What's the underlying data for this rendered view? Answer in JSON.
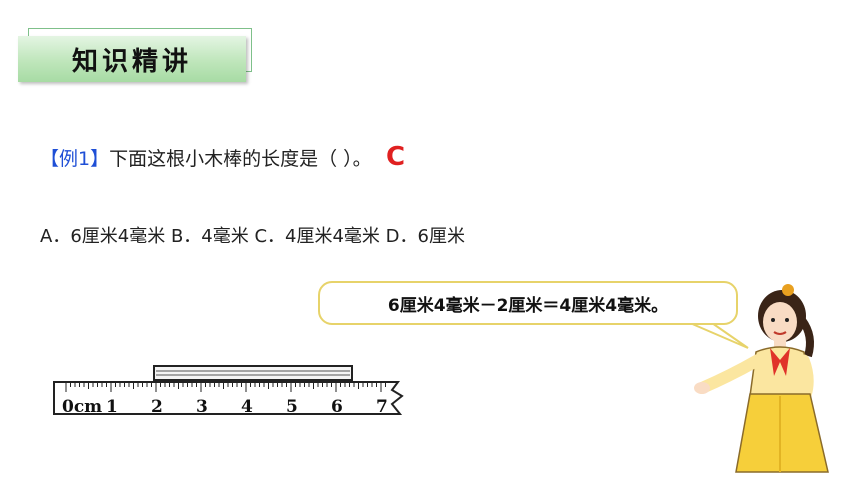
{
  "header": {
    "title": "知识精讲"
  },
  "question": {
    "tag": "【例1】",
    "text": "下面这根小木棒的长度是（  ）。",
    "answer": "C"
  },
  "choices": {
    "text": "A．6厘米4毫米 B．4毫米 C．4厘米4毫米 D．6厘米"
  },
  "speech": {
    "text": "6厘米4毫米－2厘米＝4厘米4毫米。"
  },
  "ruler": {
    "unit_label": "0cm",
    "tick_labels": [
      "1",
      "2",
      "3",
      "4",
      "5",
      "6",
      "7"
    ]
  },
  "colors": {
    "tag": "#1f4fd6",
    "answer": "#e02020",
    "title_bg": "#bfe6bb",
    "bubble_border": "#e7d36a"
  }
}
